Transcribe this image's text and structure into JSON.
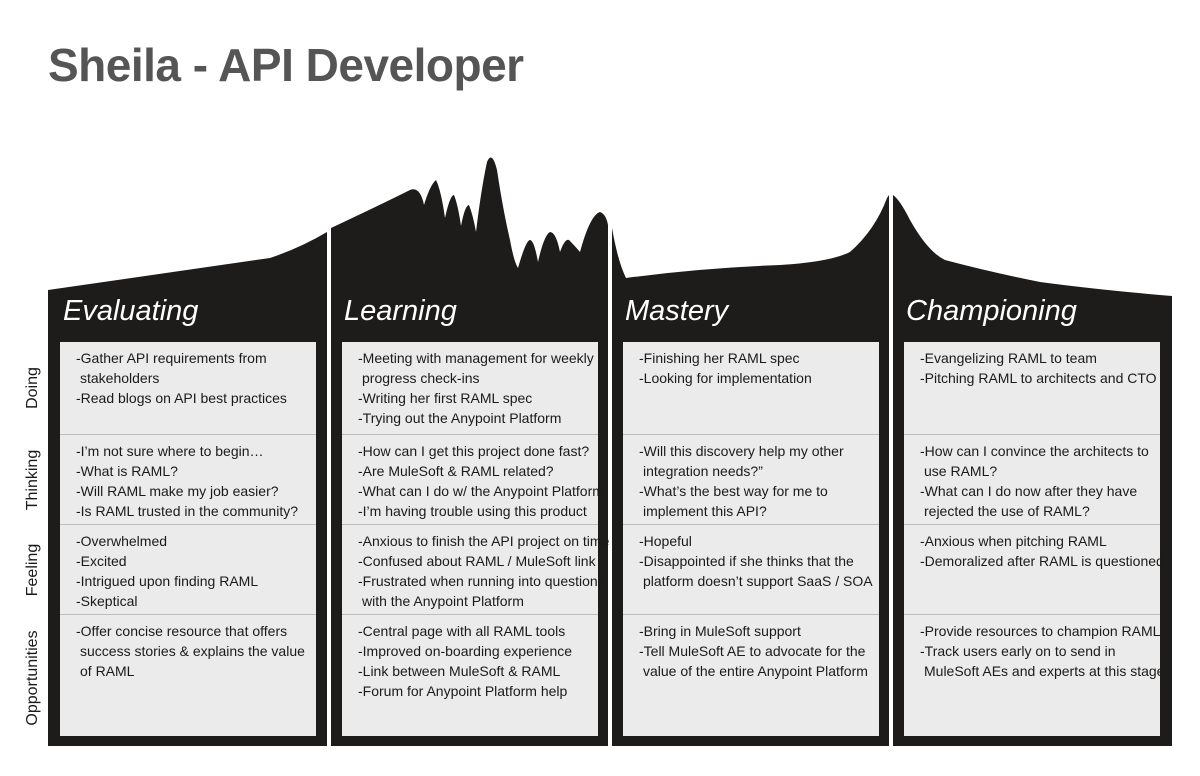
{
  "title": "Sheila - API Developer",
  "colors": {
    "band": "#1e1b1b",
    "panel": "#ebebeb",
    "title": "#555555"
  },
  "row_labels": [
    "Doing",
    "Thinking",
    "Feeling",
    "Opportunities"
  ],
  "stages": [
    {
      "name": "Evaluating",
      "cells": [
        [
          "-Gather API requirements from",
          "stakeholders",
          "-Read blogs on API best practices"
        ],
        [
          "-I’m not sure where to begin…",
          "-What is RAML?",
          "-Will RAML make my job easier?",
          "-Is RAML trusted in the community?"
        ],
        [
          "-Overwhelmed",
          "-Excited",
          "-Intrigued upon finding RAML",
          "-Skeptical"
        ],
        [
          "-Offer concise resource that offers",
          "success stories & explains the value",
          "of RAML"
        ]
      ]
    },
    {
      "name": "Learning",
      "cells": [
        [
          "-Meeting with management for weekly",
          "progress check-ins",
          "-Writing her first RAML spec",
          "-Trying out the Anypoint Platform"
        ],
        [
          "-How can I get this project done fast?",
          "-Are MuleSoft & RAML related?",
          "-What can I do w/ the Anypoint Platform",
          "-I’m having trouble using this product"
        ],
        [
          "-Anxious to finish the API project on time",
          "-Confused about RAML / MuleSoft link",
          "-Frustrated when running into questions",
          "with the Anypoint Platform"
        ],
        [
          "-Central page with all RAML tools",
          "-Improved on-boarding experience",
          "-Link between MuleSoft & RAML",
          "-Forum for Anypoint Platform help"
        ]
      ]
    },
    {
      "name": "Mastery",
      "cells": [
        [
          "-Finishing her RAML spec",
          "-Looking for implementation"
        ],
        [
          "-Will this discovery help my other",
          "integration needs?”",
          "-What’s the best way for me to",
          "implement this API?"
        ],
        [
          "-Hopeful",
          "-Disappointed if she thinks that the",
          "platform doesn’t support SaaS / SOA"
        ],
        [
          "-Bring in MuleSoft support",
          "-Tell MuleSoft AE to advocate for the",
          "value of the entire Anypoint Platform"
        ]
      ]
    },
    {
      "name": "Championing",
      "cells": [
        [
          "-Evangelizing RAML to team",
          "-Pitching RAML to architects and CTO"
        ],
        [
          "-How can I convince the architects to",
          "use RAML?",
          "-What can I do now after they have",
          "rejected the use of RAML?"
        ],
        [
          "-Anxious when pitching RAML",
          "-Demoralized after RAML is questioned"
        ],
        [
          "-Provide resources to champion RAML",
          "-Track users early on to send in",
          "MuleSoft AEs and experts at this stage"
        ]
      ]
    }
  ]
}
